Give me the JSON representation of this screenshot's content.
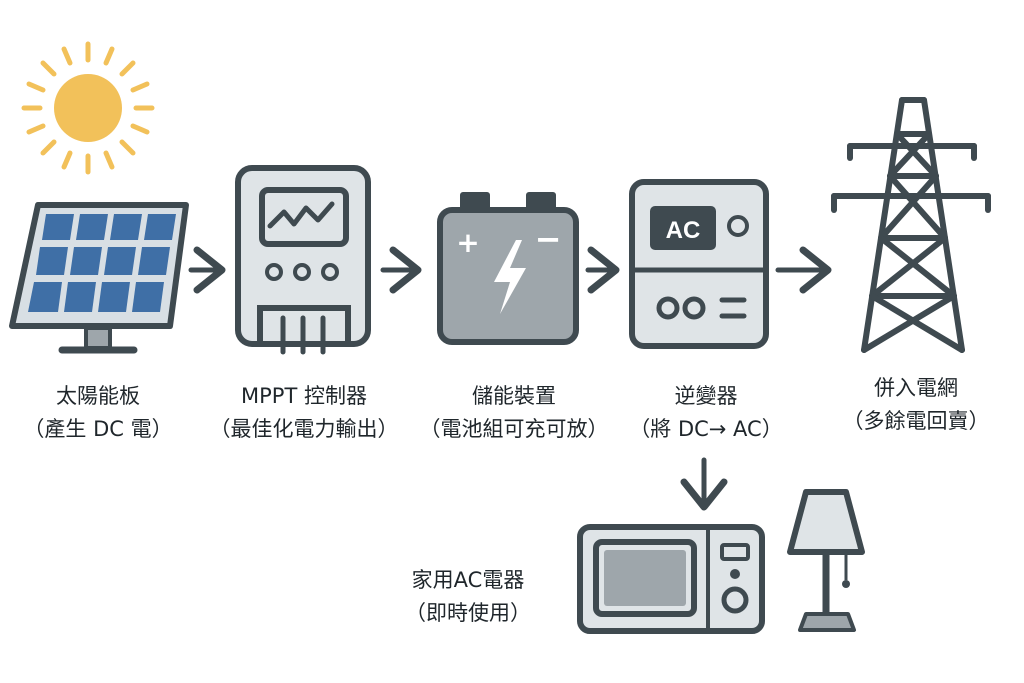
{
  "nodes": [
    {
      "id": "solar-panel",
      "icon": "solar-panel-icon",
      "title": "太陽能板",
      "subtitle": "（產生 DC 電）"
    },
    {
      "id": "mppt-controller",
      "icon": "mppt-controller-icon",
      "title": "MPPT 控制器",
      "subtitle": "（最佳化電力輸出）"
    },
    {
      "id": "battery-storage",
      "icon": "battery-icon",
      "title": "儲能裝置",
      "subtitle": "（電池組可充可放）"
    },
    {
      "id": "inverter",
      "icon": "inverter-icon",
      "title": "逆變器",
      "subtitle": "（將 DC→ AC）",
      "display_text": "AC"
    },
    {
      "id": "grid-tie",
      "icon": "power-tower-icon",
      "title": "併入電網",
      "subtitle": "（多餘電回賣）"
    },
    {
      "id": "home-appliances",
      "icon": "microwave-icon",
      "title": "家用AC電器",
      "subtitle": "（即時使用）"
    }
  ],
  "edges": [
    {
      "from": "solar-panel",
      "to": "mppt-controller"
    },
    {
      "from": "mppt-controller",
      "to": "battery-storage"
    },
    {
      "from": "battery-storage",
      "to": "inverter"
    },
    {
      "from": "inverter",
      "to": "grid-tie"
    },
    {
      "from": "inverter",
      "to": "home-appliances"
    }
  ],
  "icons": {
    "sun": "sun-icon",
    "lamp": "lamp-icon",
    "battery_symbols": [
      "+",
      "−"
    ]
  },
  "colors": {
    "outline": "#3f4a50",
    "sun": "#f2c15a",
    "panel_cell": "#3f6fa6",
    "panel_bg": "#d8dfe4",
    "device_fill": "#dfe4e7",
    "battery_fill": "#9ea6ab",
    "screen_dark": "#3f4a50",
    "lamp_shade": "#dfe4e7"
  }
}
